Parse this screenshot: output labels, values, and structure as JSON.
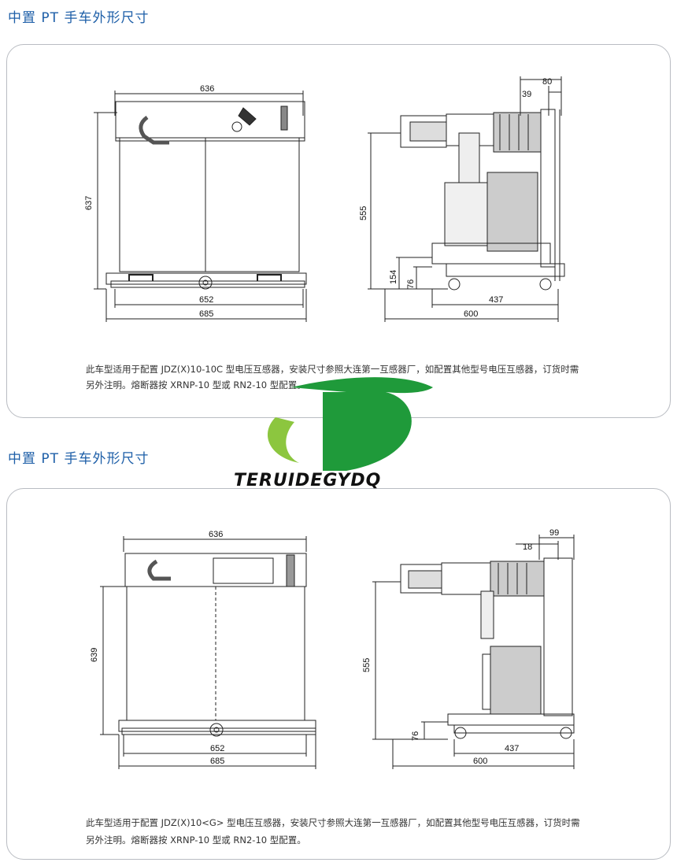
{
  "section1": {
    "title": "中置 PT 手车外形尺寸",
    "front_dims": {
      "width_top": "636",
      "height": "637",
      "base_inner": "652",
      "base_outer": "685"
    },
    "side_dims": {
      "d80": "80",
      "d39": "39",
      "height": "555",
      "d154": "154",
      "d76": "76",
      "d437": "437",
      "d600": "600"
    },
    "note_line1": "此车型适用于配置 JDZ(X)10-10C 型电压互感器，安装尺寸参照大连第一互感器厂，如配置其他型号电压互感器，订货时需",
    "note_line2": "另外注明。熔断器按 XRNP-10 型或 RN2-10 型配置。"
  },
  "section2": {
    "title": "中置 PT 手车外形尺寸",
    "front_dims": {
      "width_top": "636",
      "height": "639",
      "base_inner": "652",
      "base_outer": "685"
    },
    "side_dims": {
      "d18": "18",
      "d99": "99",
      "height": "555",
      "d76": "76",
      "d437": "437",
      "d600": "600"
    },
    "note_line1": "此车型适用于配置 JDZ(X)10<G> 型电压互感器，安装尺寸参照大连第一互感器厂，如配置其他型号电压互感器，订货时需",
    "note_line2": "另外注明。熔断器按 XRNP-10 型或 RN2-10 型配置。"
  },
  "logo": {
    "text": "TERUIDEGYDQ",
    "green": "#1f9a3a",
    "light_green": "#8cc63f"
  },
  "colors": {
    "title_blue": "#1e5fa8",
    "panel_border": "#b9bcc2"
  }
}
